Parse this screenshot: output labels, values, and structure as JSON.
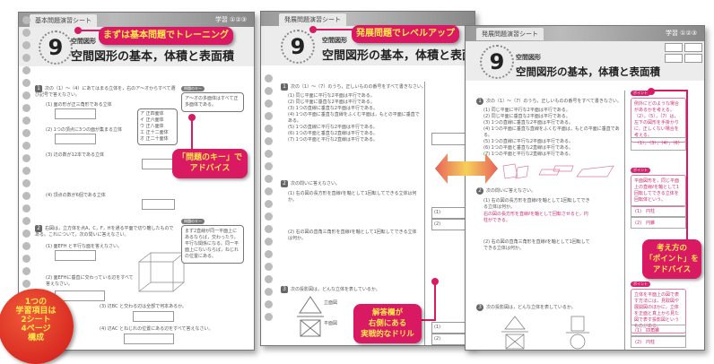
{
  "sheet1": {
    "tab": "基本問題演習シート",
    "sheet_no": "学習 ①②③",
    "number": "9",
    "subtitle": "空間図形",
    "title": "空間図形の基本，体積と表面積",
    "q1": "次の（1）～（4）にあてはまる立体を，右のア～オからすべて選び記号で答えなさい。",
    "q1_items": [
      "(1) 面の形が正三角形である立体",
      "(2) 1つの頂点に3つの面が集まる立体",
      "(3) 辺の数が12本である立体",
      "(4) 頂点の数が6個である立体"
    ],
    "choices": [
      "ア 正四面体",
      "イ 正六面体",
      "ウ 正八面体",
      "エ 正十二面体",
      "オ 正二十面体"
    ],
    "key_label": "問題のキー",
    "key1": "ア～オの多面体はすべて正多面体である。",
    "q2": "右図は，立方体を点A，C，F，Hを通る平面で切り離したものである。これについて，次の問いに答えなさい。",
    "q2_items": [
      "(1) 面EFH と平行な面を答えなさい。",
      "(2) 面EFHに垂直に交わっている辺をすべて答えなさい。",
      "(3) 辺BC と交わる辺は全部で何本あるか。",
      "(4) 辺AC とねじれの位置にある辺をすべて答えなさい。"
    ],
    "key2": "まず2直線が同一平面上にあるならば，交わったり，平行な関係になる。同一平面上にないならば，ねじれの位置にある。"
  },
  "sheet2": {
    "tab": "発展問題演習シート",
    "number": "9",
    "subtitle": "空間図形",
    "title": "空間図形の基本，体積と表面積",
    "q1": "次の（1）～（7）のうち，正しいものの番号をすべて書きなさい。",
    "q1_items": [
      "(1) 同じ平面に平行な2平面は平行である。",
      "(2) 同じ平面に垂直な2平面は平行である。",
      "(3) 1つの直線に垂直な2平面は平行である。",
      "(4) 1つの平面に垂直な直線をふくむ平面は，もとの平面に垂直である。",
      "(5) 1つの直線に平行な2平面は平行である。",
      "(6) 1つの平面と垂直な2直線は平行である。",
      "(7) 1つの平面と平行な2直線は平行である。"
    ],
    "q2": "次の問いに答えなさい。",
    "q2_items": [
      "(1) 右の図の長方形を直線ℓを軸として1回転してできる立体は何か。",
      "(2) 右の図の直角三角形を直線ℓを軸として1回転してできる立体は何か。"
    ],
    "q3": "次の投影図は，どんな立体を表しているか。",
    "q3_labels": [
      "立面図",
      "平面図"
    ],
    "answer_rows": [
      "(1)",
      "(2)"
    ]
  },
  "sheet3": {
    "tab": "発展問題演習シート",
    "sheet_no": "学習 ①②③",
    "number": "9",
    "subtitle": "空間図形",
    "title": "空間図形の基本，体積と表面積",
    "point_label": "ポイント",
    "point1": "例外にどのような場合があるかを考える。（2），（5），（7）は，左下の図形を手掛かりに，正しくない場合を考える。",
    "answer1": "（1），（3），（4），（6）",
    "point2": "平面図形を，同じ平面上の直線ℓを軸として1回転してできる立体を回転体という。",
    "answer2": [
      {
        "n": "(1)",
        "v": "円柱"
      },
      {
        "n": "(2)",
        "v": "円錐"
      }
    ],
    "note2_1": "右の図の長方形を直線ℓを軸として回転させると，円柱ができる。",
    "point3": "立体を平面上の図で表す方法には，見取図や展開図のほかに，立体を正面と真上から見た図で表す投影図というものがある。",
    "answer3": [
      {
        "n": "(1)",
        "v": "四角錐"
      },
      {
        "n": "(2)",
        "v": "円柱"
      }
    ]
  },
  "callouts": {
    "basic": "まずは基本問題でトレーニング",
    "advanced": "発展問題でレベルアップ",
    "key": [
      "「問題のキー」で",
      "アドバイス"
    ],
    "answer_col": [
      "解答欄が",
      "右側にある",
      "実戦的なドリル"
    ],
    "point": [
      "考え方の",
      "「ポイント」を",
      "アドバイス"
    ]
  },
  "badge": [
    "1つの",
    "学習項目は",
    "2シート",
    "4ページ",
    "構成"
  ],
  "colors": {
    "accent": "#d91a63",
    "callout_text": "#ffe94a",
    "badge": "#d01818"
  }
}
